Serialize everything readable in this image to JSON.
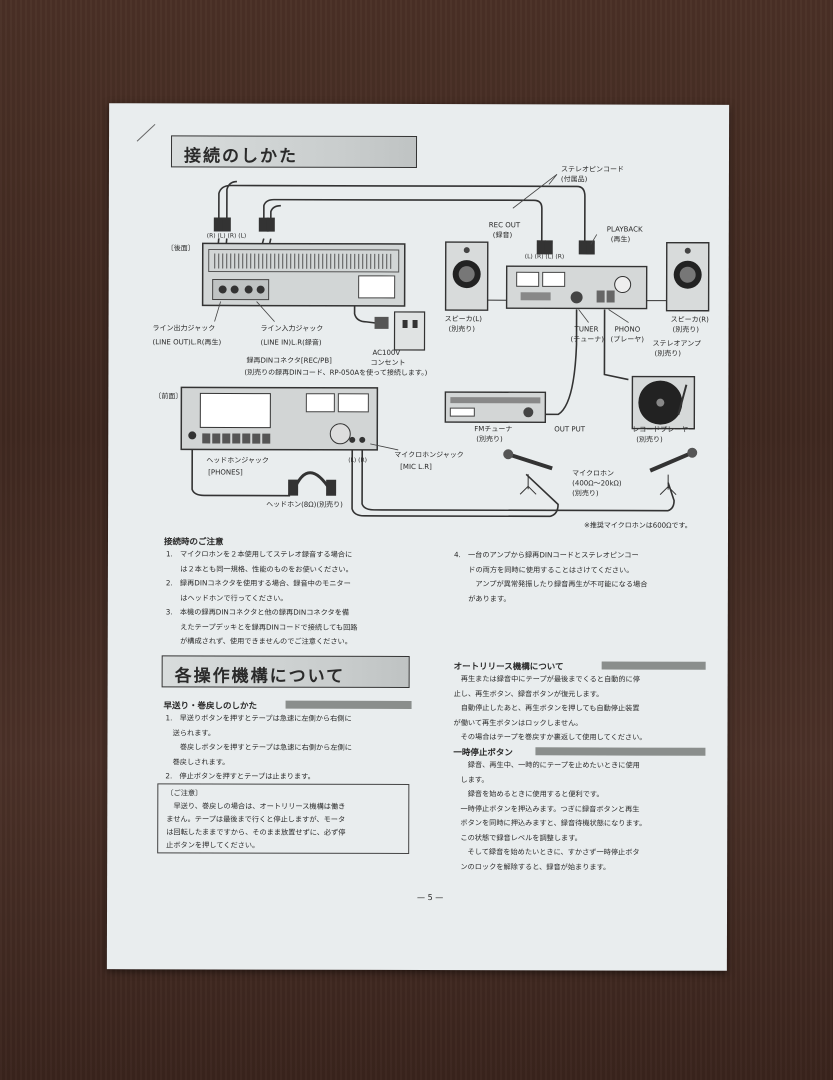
{
  "sections": {
    "connection": {
      "title": "接続のしかた"
    },
    "controls": {
      "title": "各操作機構について"
    }
  },
  "diagram": {
    "stereo_pin_cord": "ステレオピンコード",
    "stereo_pin_cord_note": "(付属品)",
    "rec_out": "REC OUT",
    "rec_out_ja": "(録音)",
    "playback": "PLAYBACK",
    "playback_ja": "(再生)",
    "rear": "〔後面〕",
    "front": "〔前面〕",
    "rl_top": "(R)  (L) (R)   (L)",
    "lr_amp": "(L)   (R)   (L)   (R)",
    "speaker_l": "スピーカ(L)",
    "speaker_l_note": "(別売り)",
    "speaker_r": "スピーカ(R)",
    "speaker_r_note": "(別売り)",
    "line_out_jack": "ライン出力ジャック",
    "line_out_en": "(LINE OUT)L.R(再生)",
    "line_in_jack": "ライン入力ジャック",
    "line_in_en": "(LINE IN)L.R(録音)",
    "din_connector": "録再DINコネクタ[REC/PB]",
    "din_note": "(別売りの録再DINコード、RP-050Aを使って接続します。)",
    "ac_outlet": "AC100V",
    "ac_outlet2": "コンセント",
    "tuner": "TUNER",
    "tuner_ja": "(チューナ)",
    "phono": "PHONO",
    "phono_ja": "(プレーヤ)",
    "stereo_amp": "ステレオアンプ",
    "stereo_amp_note": "(別売り)",
    "fm_tuner": "FMチューナ",
    "fm_tuner_note": "(別売り)",
    "output": "OUT PUT",
    "record_player": "レコードプレーヤー",
    "record_player_note": "(別売り)",
    "headphone_jack": "ヘッドホンジャック",
    "phones": "[PHONES]",
    "mic_jack": "マイクロホンジャック",
    "mic_lr": "[MIC L.R]",
    "mic_lr_plug": "(L)   (R)",
    "headphone": "ヘッドホン(8Ω)(別売り)",
    "microphone": "マイクロホン",
    "microphone_imp": "(400Ω〜20kΩ)",
    "microphone_note": "(別売り)",
    "mic_recommend": "※推奨マイクロホンは600Ωです。"
  },
  "cautions": {
    "heading": "接続時のご注意",
    "items": [
      "1.　マイクロホンを２本使用してステレオ録音する場合に",
      "　　は２本とも同一規格、性能のものをお使いください。",
      "2.　録再DINコネクタを使用する場合、録音中のモニター",
      "　　はヘッドホンで行ってください。",
      "3.　本機の録再DINコネクタと他の録再DINコネクタを備",
      "　　えたテープデッキとを録再DINコードで接続しても回路",
      "　　が構成されず、使用できませんのでご注意ください。"
    ],
    "items_right": [
      "4.　一台のアンプから録再DINコードとステレオピンコー",
      "　　ドの両方を同時に使用することはさけてください。",
      "　　　アンプが異常発振したり録音再生が不可能になる場合",
      "　　があります。"
    ]
  },
  "ff_rew": {
    "heading": "早送り・巻戻しのしかた",
    "lines": [
      "1.　早送りボタンを押すとテープは急速に左側から右側に",
      "　送られます。",
      "　　巻戻しボタンを押すとテープは急速に右側から左側に",
      "　巻戻しされます。",
      "2.　停止ボタンを押すとテープは止まります。"
    ],
    "note_title": "〔ご注意〕",
    "note_lines": [
      "　早送り、巻戻しの場合は、オートリリース機構は働き",
      "ません。テープは最後まで行くと停止しますが、モータ",
      "は回転したままですから、そのまま放置せずに、必ず停",
      "止ボタンを押してください。"
    ]
  },
  "auto_release": {
    "heading": "オートリリース機構について",
    "lines": [
      "　再生または録音中にテープが最後までくると自動的に停",
      "止し、再生ボタン、録音ボタンが復元します。",
      "　自動停止したあと、再生ボタンを押しても自動停止装置",
      "が働いて再生ボタンはロックしません。",
      "　その場合はテープを巻戻すか裏返して使用してください。"
    ]
  },
  "pause": {
    "heading": "一時停止ボタン",
    "lines": [
      "　　録音、再生中、一時的にテープを止めたいときに使用",
      "　します。",
      "　　録音を始めるときに使用すると便利です。",
      "　一時停止ボタンを押込みます。つぎに録音ボタンと再生",
      "　ボタンを同時に押込みますと、録音待機状態になります。",
      "　この状態で録音レベルを調整します。",
      "　　そして録音を始めたいときに、すかさず一時停止ボタ",
      "　ンのロックを解除すると、録音が始まります。"
    ]
  },
  "page_number": "— 5 —"
}
